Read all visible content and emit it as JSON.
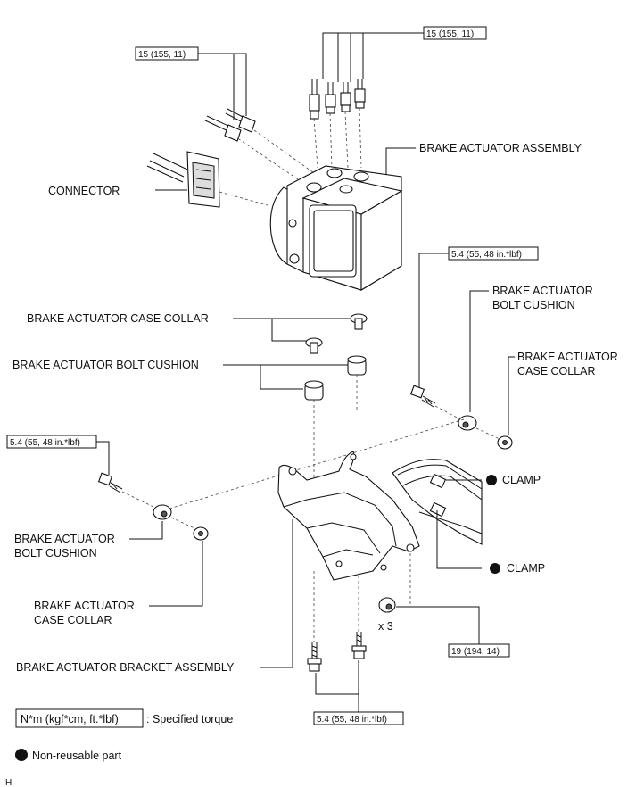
{
  "labels": {
    "brake_actuator_assembly": "BRAKE ACTUATOR ASSEMBLY",
    "connector": "CONNECTOR",
    "case_collar_left": "BRAKE ACTUATOR CASE COLLAR",
    "bolt_cushion_left": "BRAKE ACTUATOR BOLT CUSHION",
    "bolt_cushion_right_1": "BRAKE ACTUATOR",
    "bolt_cushion_right_2": "BOLT CUSHION",
    "case_collar_right_1": "BRAKE ACTUATOR",
    "case_collar_right_2": "CASE COLLAR",
    "clamp_top": "CLAMP",
    "clamp_bottom": "CLAMP",
    "bolt_cushion_lower_1": "BRAKE ACTUATOR",
    "bolt_cushion_lower_2": "BOLT CUSHION",
    "case_collar_lower_1": "BRAKE ACTUATOR",
    "case_collar_lower_2": "CASE COLLAR",
    "bracket_assembly": "BRAKE ACTUATOR BRACKET ASSEMBLY",
    "times_three": "x 3"
  },
  "torques": {
    "brake_lines_left": "15 (155, 11)",
    "brake_lines_right": "15 (155, 11)",
    "bolt_right": "5.4 (55, 48 in.*lbf)",
    "bolt_left": "5.4 (55, 48 in.*lbf)",
    "nut": "19 (194, 14)",
    "bracket_bolts": "5.4 (55, 48 in.*lbf)"
  },
  "legend": {
    "unit_box": "N*m (kgf*cm, ft.*lbf)",
    "unit_desc": ": Specified torque",
    "non_reusable": "Non-reusable part",
    "figure_code": "H"
  }
}
